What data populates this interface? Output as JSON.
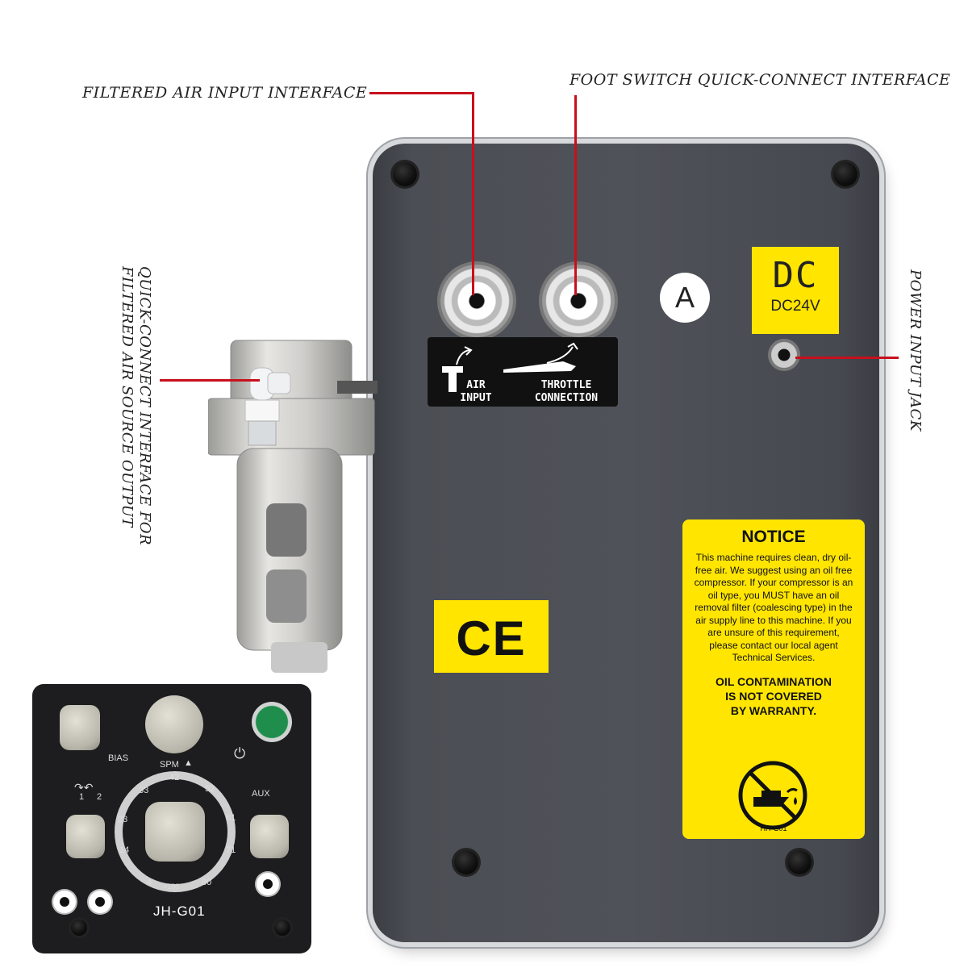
{
  "callouts": {
    "filtered_air_input": "FILTERED AIR INPUT INTERFACE",
    "foot_switch": "FOOT SWITCH QUICK-CONNECT INTERFACE",
    "quick_connect_line1": "QUICK-CONNECT INTERFACE FOR",
    "quick_connect_line2": "FILTERED AIR SOURCE OUTPUT",
    "power_input": "POWER INPUT JACK"
  },
  "device": {
    "badge": "A",
    "air_input_label_1": "AIR",
    "air_input_label_2": "INPUT",
    "throttle_label_1": "THROTTLE",
    "throttle_label_2": "CONNECTION",
    "dc_big": "DC",
    "dc_small": "DC24V",
    "ce": "CE"
  },
  "notice": {
    "title": "NOTICE",
    "body": "This machine requires clean, dry oil-free air.  We suggest using an oil free compressor. If your compressor is an oil type, you MUST have an oil removal filter (coalescing type) in the air supply line to this machine.  If you are unsure of this requirement, please contact our local agent Technical Services.",
    "warning_1": "OIL CONTAMINATION",
    "warning_2": "IS NOT COVERED",
    "warning_3": "BY WARRANTY.",
    "code": "HH-G01"
  },
  "panel": {
    "model": "JH-G01",
    "bias": "BIAS",
    "spm": "SPM",
    "aux": "AUX",
    "mode_1": "1",
    "mode_2": "2",
    "multiplier": "×100",
    "scale": [
      "4",
      "14",
      "23",
      "33",
      "42",
      "52",
      "61",
      "71",
      "80"
    ]
  },
  "colors": {
    "callout_line": "#c8101c",
    "label_yellow": "#ffe500",
    "device_body": "#4b4e54"
  }
}
